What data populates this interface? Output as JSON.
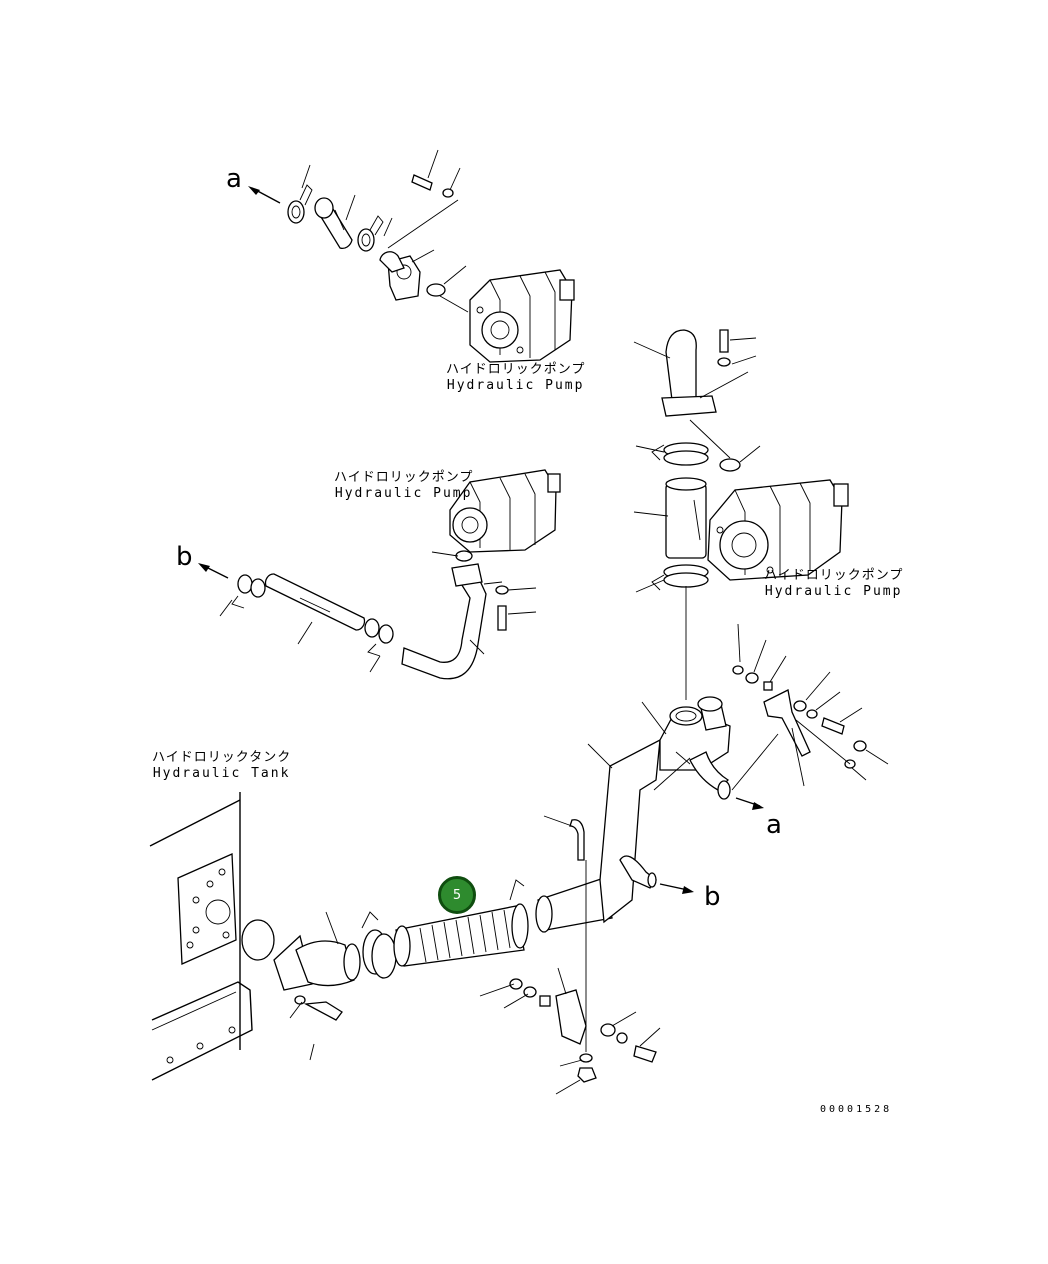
{
  "labels": {
    "pump_top": {
      "jp": "ハイドロリックポンプ",
      "en": "Hydraulic Pump"
    },
    "pump_mid": {
      "jp": "ハイドロリックポンプ",
      "en": "Hydraulic Pump"
    },
    "pump_right": {
      "jp": "ハイドロリックポンプ",
      "en": "Hydraulic Pump"
    },
    "tank": {
      "jp": "ハイドロリックタンク",
      "en": "Hydraulic Tank"
    }
  },
  "connection_markers": {
    "a_top": "a",
    "b_left": "b",
    "a_right": "a",
    "b_right": "b"
  },
  "callout": {
    "number": "5",
    "color": "#2e8b2e"
  },
  "document_id": "00001528"
}
